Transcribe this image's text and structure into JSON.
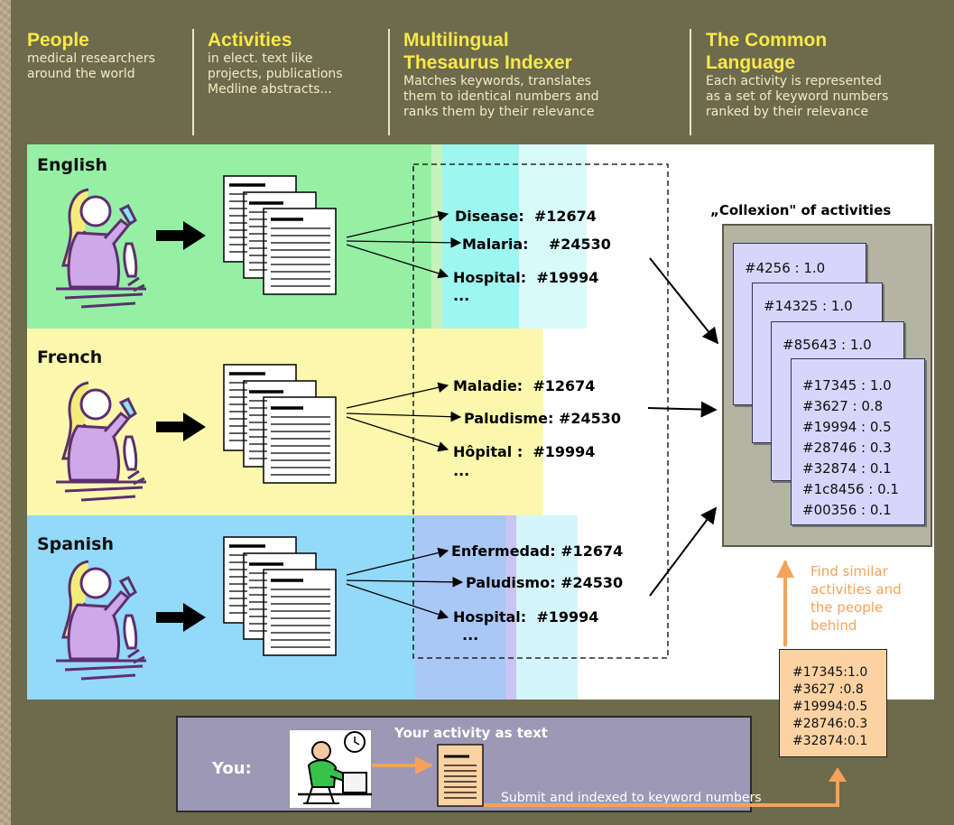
{
  "headers": [
    {
      "title": "People",
      "lines": [
        "medical researchers",
        "around the world"
      ]
    },
    {
      "title": "Activities",
      "lines": [
        "in elect. text like",
        "projects, publications",
        "Medline abstracts..."
      ]
    },
    {
      "title": "Multilingual",
      "title2": "Thesaurus Indexer",
      "lines": [
        "Matches keywords, translates",
        "them to identical numbers and",
        "ranks them by their relevance"
      ]
    },
    {
      "title": "The Common",
      "title2": "Language",
      "lines": [
        "Each activity is represented",
        "as a set of keyword numbers",
        "ranked by their relevance"
      ]
    }
  ],
  "languages": [
    {
      "name": "English",
      "color": "#95f0a6",
      "keywords": [
        {
          "term": "Disease:",
          "code": "#12674"
        },
        {
          "term": "Malaria:",
          "code": "#24530"
        },
        {
          "term": "Hospital:",
          "code": "#19994"
        },
        {
          "term": "...",
          "code": ""
        }
      ]
    },
    {
      "name": "French",
      "color": "#fbf8ad",
      "keywords": [
        {
          "term": "Maladie:",
          "code": "#12674"
        },
        {
          "term": "Paludisme:",
          "code": "#24530"
        },
        {
          "term": "Hôpital :",
          "code": "#19994"
        },
        {
          "term": "...",
          "code": ""
        }
      ]
    },
    {
      "name": "Spanish",
      "color": "#93d9f9",
      "keywords": [
        {
          "term": "Enfermedad:",
          "code": "#12674"
        },
        {
          "term": "Paludismo:",
          "code": "#24530"
        },
        {
          "term": "Hospital:",
          "code": "#19994"
        },
        {
          "term": "...",
          "code": ""
        }
      ]
    }
  ],
  "collexion": {
    "title": "„Collexion\" of activities",
    "cards": [
      "#4256 : 1.0",
      "#14325 : 1.0",
      "#85643 : 1.0"
    ],
    "front_card": [
      "#17345 : 1.0",
      "#3627  : 0.8",
      "#19994 : 0.5",
      "#28746 : 0.3",
      "#32874 : 0.1",
      "#1c8456 : 0.1",
      "#00356 : 0.1"
    ]
  },
  "find_similar": [
    "Find similar",
    "activities and",
    "the people",
    "behind"
  ],
  "your_list": [
    "#17345:1.0",
    "#3627 :0.8",
    "#19994:0.5",
    "#28746:0.3",
    "#32874:0.1"
  ],
  "you_panel": {
    "you_label": "You:",
    "activity_label": "Your activity as text",
    "submit_label": "Submit and indexed to keyword numbers"
  },
  "colors": {
    "panel": "#6e6a4c",
    "header_title": "#f5e94a",
    "english": "#95f0a6",
    "french": "#fbf8ad",
    "spanish": "#93d9f9",
    "card": "#d7d5fb",
    "orange": "#f5a25a",
    "you_panel": "#9c98b6"
  }
}
